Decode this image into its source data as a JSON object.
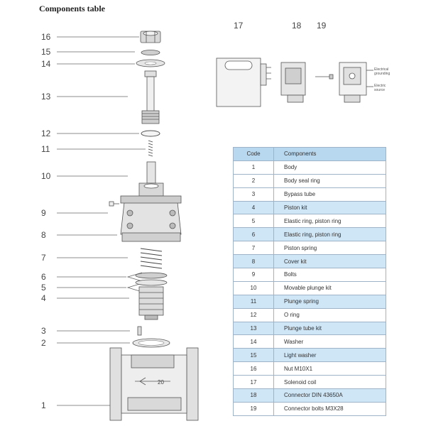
{
  "title": "Components table",
  "callouts": [
    "16",
    "15",
    "14",
    "13",
    "12",
    "11",
    "10",
    "9",
    "8",
    "7",
    "6",
    "5",
    "4",
    "3",
    "2",
    "1"
  ],
  "top_labels": [
    "17",
    "18",
    "19"
  ],
  "inset_labels": [
    "Electrical\ngrounding",
    "Electric\nsource"
  ],
  "flow_mark": "20",
  "table": {
    "headers": [
      "Code",
      "Components"
    ],
    "rows": [
      {
        "code": "1",
        "name": "Body"
      },
      {
        "code": "2",
        "name": "Body seal ring"
      },
      {
        "code": "3",
        "name": "Bypass tube"
      },
      {
        "code": "4",
        "name": "Piston kit"
      },
      {
        "code": "5",
        "name": "Elastic ring, piston ring"
      },
      {
        "code": "6",
        "name": "Elastic ring, piston ring"
      },
      {
        "code": "7",
        "name": "Piston spring"
      },
      {
        "code": "8",
        "name": "Cover kit"
      },
      {
        "code": "9",
        "name": "Bolts"
      },
      {
        "code": "10",
        "name": "Movable plunge kit"
      },
      {
        "code": "11",
        "name": "Plunge spring"
      },
      {
        "code": "12",
        "name": "O ring"
      },
      {
        "code": "13",
        "name": "Plunge tube kit"
      },
      {
        "code": "14",
        "name": "Washer"
      },
      {
        "code": "15",
        "name": "Light washer"
      },
      {
        "code": "16",
        "name": "Nut M10X1"
      },
      {
        "code": "17",
        "name": "Solenoid coil"
      },
      {
        "code": "18",
        "name": "Connector DIN 43650A"
      },
      {
        "code": "19",
        "name": "Connector bolts M3X28"
      }
    ]
  },
  "colors": {
    "header_bg": "#b8d8ef",
    "row_highlight": "#cfe6f7",
    "border": "#9fb3c8"
  }
}
